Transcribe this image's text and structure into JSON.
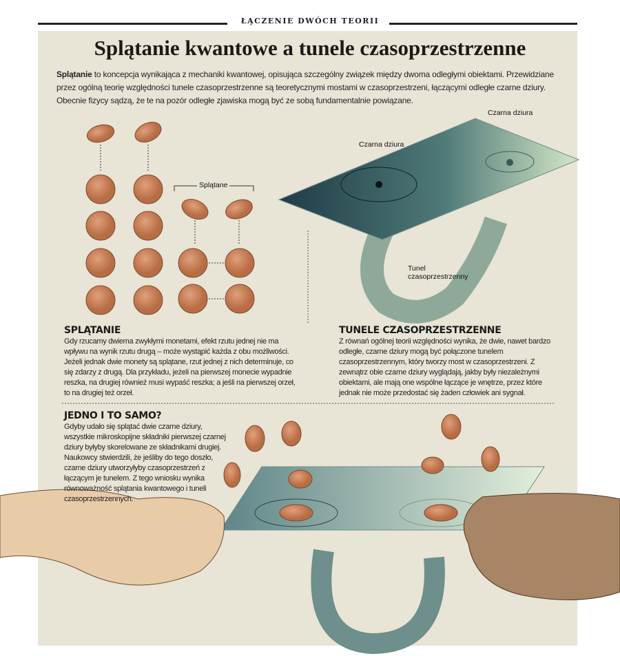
{
  "kicker": "ŁĄCZENIE DWÓCH TEORII",
  "title": "Splątanie kwantowe a tunele czasoprzestrzenne",
  "intro": {
    "lead": "Splątanie",
    "text": " to koncepcja wynikająca z mechaniki kwantowej, opisująca szczególny związek między dwoma odległymi obiektami. Przewidziane przez ogólną teorię względności tunele czasoprzestrzenne są teoretycznymi mostami w czasoprzestrzeni, łączącymi odległe czarne dziury. Obecnie fizycy sądzą, że te na pozór odległe zjawiska mogą być ze sobą fundamentalnie powiązane."
  },
  "labels": {
    "entangled": "Splątane",
    "black_hole_1": "Czarna dziura",
    "black_hole_2": "Czarna dziura",
    "wormhole": "Tunel czasoprzestrzenny"
  },
  "sections": [
    {
      "heading": "SPLĄTANIE",
      "body": "Gdy rzucamy dwiema zwykłymi monetami, efekt rzutu jednej nie ma wpływu na wynik rzutu drugą – może wystąpić każda z obu możliwości. Jeżeli jednak dwie monety są splątane, rzut jednej z nich determinuje, co się zdarzy z drugą. Dla przykładu, jeżeli na pierwszej monecie wypadnie reszka, na drugiej również musi wypaść reszka; a jeśli na pierwszej orzeł, to na drugiej też orzeł."
    },
    {
      "heading": "TUNELE CZASOPRZESTRZENNE",
      "body": "Z równań ogólnej teorii względności wynika, że dwie, nawet bardzo odległe, czarne dziury mogą być połączone tunelem czasoprzestrzennym, który tworzy most w czasoprzestrzeni. Z zewnątrz obie czarne dziury wyglądają, jakby były niezależnymi obiektami, ale mają one wspólne łączące je wnętrze, przez które jednak nie może przedostać się żaden człowiek ani sygnał."
    },
    {
      "heading": "JEDNO I TO SAMO?",
      "body": "Gdyby udało się splątać dwie czarne dziury, wszystkie mikroskopijne składniki pierwszej czarnej dziury byłyby skorelowane ze składnikami drugiej. Naukowcy stwierdzili, że jeśliby do tego doszło, czarne dziury utworzyłyby czasoprzestrzeń z łączącym je tunelem. Z tego wniosku wynika równoważność splątania kwantowego i tuneli czasoprzestrzennych."
    }
  ],
  "colors": {
    "panel": "#e8e4d6",
    "coin": "#c8794c",
    "sheet_dark": "#24454f",
    "sheet_light": "#cfe3c2"
  }
}
